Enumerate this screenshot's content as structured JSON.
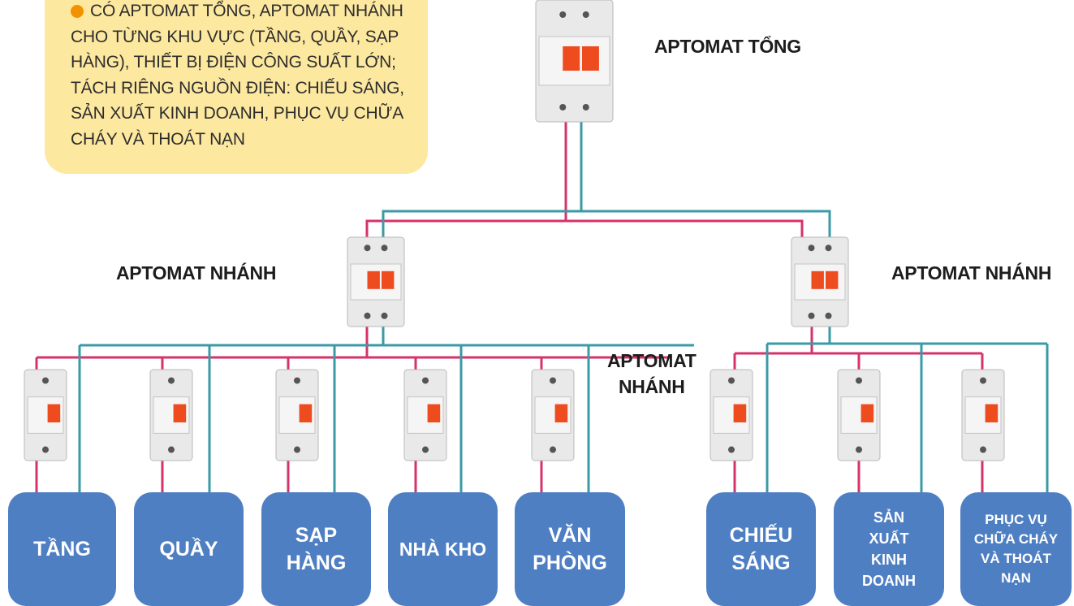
{
  "note": {
    "text": "CÓ APTOMAT TỔNG, APTOMAT NHÁNH CHO TỪNG KHU VỰC (TẦNG, QUẦY, SẠP HÀNG), THIẾT BỊ ĐIỆN CÔNG SUẤT LỚN; TÁCH RIÊNG NGUỒN ĐIỆN: CHIẾU SÁNG, SẢN XUẤT KINH DOANH, PHỤC VỤ CHỮA CHÁY VÀ THOÁT NẠN"
  },
  "labels": {
    "main_breaker": "APTOMAT TỔNG",
    "branch_left": "APTOMAT NHÁNH",
    "branch_right": "APTOMAT NHÁNH",
    "branch_middle": "APTOMAT\nNHÁNH"
  },
  "boxes": [
    {
      "label": "TẦNG"
    },
    {
      "label": "QUẦY"
    },
    {
      "label": "SẠP\nHÀNG"
    },
    {
      "label": "NHÀ KHO"
    },
    {
      "label": "VĂN\nPHÒNG"
    },
    {
      "label": "CHIẾU\nSÁNG"
    },
    {
      "label": "SẢN\nXUẤT\nKINH\nDOANH"
    },
    {
      "label": "PHỤC VỤ\nCHỮA CHÁY\nVÀ THOÁT\nNẠN"
    }
  ],
  "colors": {
    "note_bg": "#fde8a0",
    "bullet": "#f39200",
    "box": "#4f7fc3",
    "wire_red": "#d6336a",
    "wire_teal": "#3a9aa6",
    "breaker_body": "#e9e9e9",
    "breaker_lever": "#ee4b1f"
  }
}
